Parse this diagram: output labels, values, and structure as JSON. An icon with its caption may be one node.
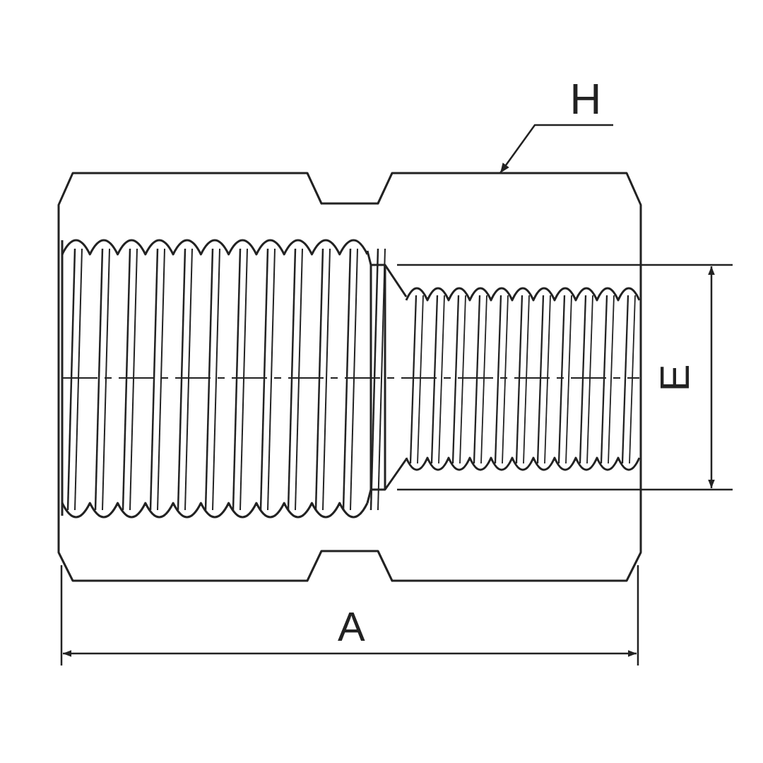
{
  "diagram": {
    "nodes": [
      {
        "text": [
          "H"
        ]
      },
      {
        "text": [],
        "shape": "picture"
      }
    ],
    "edges": [
      {
        "from": 0,
        "to": 1,
        "arrow": "to"
      }
    ],
    "labels": [
      "E",
      "A"
    ]
  }
}
